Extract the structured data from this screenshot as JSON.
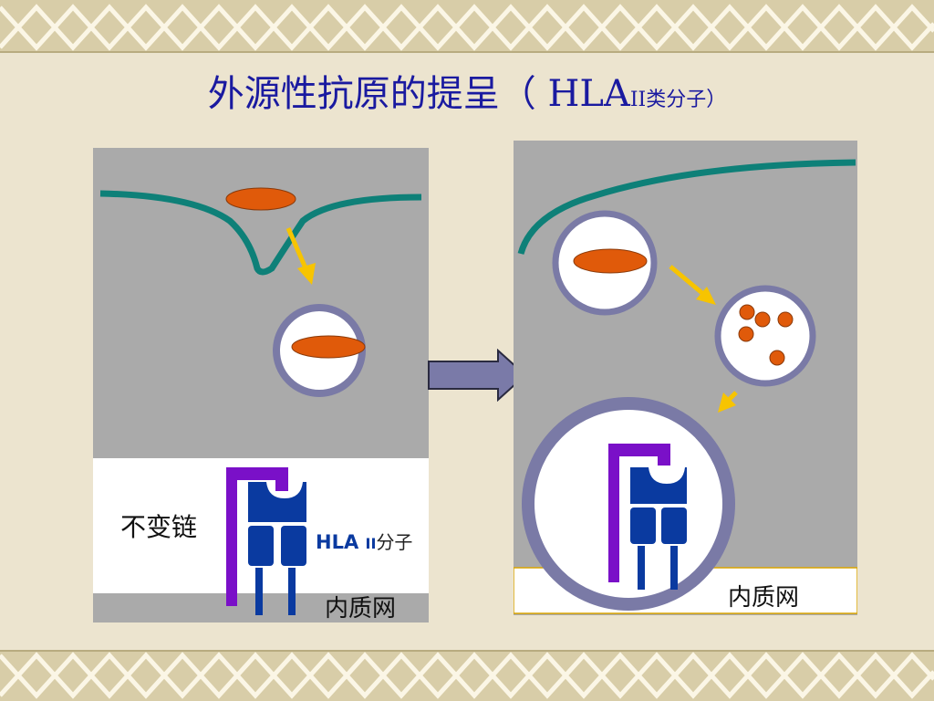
{
  "slide": {
    "title_main": "外源性抗原的提呈（ HLA",
    "title_roman": "II",
    "title_tail": "类分子）"
  },
  "left_panel": {
    "invariant_chain_label": "不变链",
    "hla_label_bold": "HLA",
    "hla_label_roman": "II",
    "hla_label_tail": "分子",
    "er_label": "内质网"
  },
  "right_panel": {
    "er_label": "内质网"
  },
  "colors": {
    "background": "#ece4cf",
    "panel_gray": "#aaaaaa",
    "membrane": "#0e8078",
    "antigen": "#e05a0a",
    "vesicle": "#7a7aa6",
    "arrow_yellow": "#f7c400",
    "invariant_chain": "#7a10c8",
    "hla_molecule": "#0a3aa0",
    "title": "#1a1aa0"
  },
  "icons": [
    "transition-arrow-icon"
  ]
}
